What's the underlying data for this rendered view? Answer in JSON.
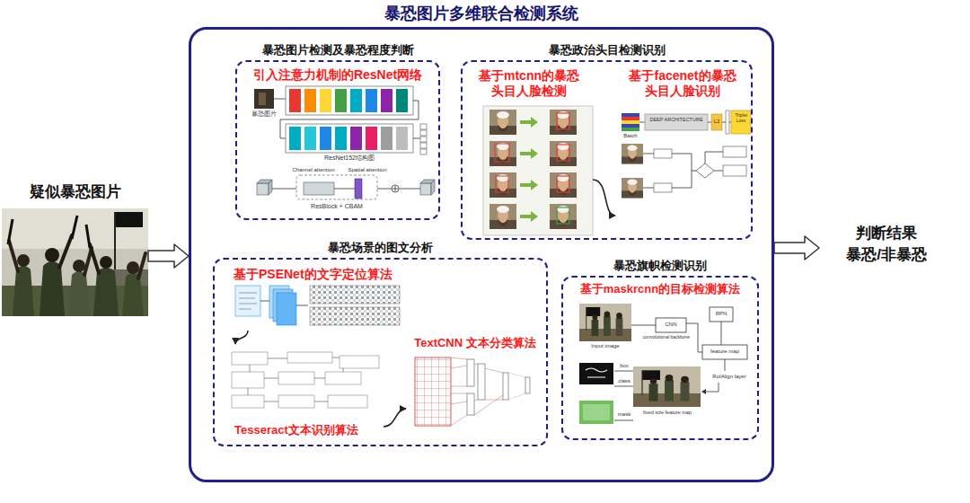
{
  "diagram": {
    "nodes": [
      {
        "text": [
          "疑似暴恐图片"
        ]
      },
      {
        "text": [
          "暴恐图片多维联合检测系统"
        ]
      },
      {
        "text": [
          "暴恐图片检测及暴恐程度判断",
          "引入注意力机制的ResNet网络"
        ],
        "in": 1
      },
      {
        "text": [
          "暴恐政治头目检测识别"
        ],
        "in": 1
      },
      {
        "text": [
          "基于mtcnn的暴恐头目人脸检测"
        ],
        "in": 3
      },
      {
        "text": [
          "基于facenet的暴恐头目人脸识别"
        ],
        "in": 3
      },
      {
        "text": [
          "暴恐场景的图文分析"
        ],
        "in": 1
      },
      {
        "text": [
          "基于PSENet的文字定位算法"
        ],
        "in": 6
      },
      {
        "text": [
          "TextCNN 文本分类算法"
        ],
        "in": 6
      },
      {
        "text": [
          "Tesseract文本识别算法"
        ],
        "in": 6
      },
      {
        "text": [
          "暴恐旗帜检测识别",
          "基于maskrcnn的目标检测算法"
        ],
        "in": 1
      },
      {
        "text": [
          "判断结果",
          "暴恐/非暴恐"
        ]
      }
    ],
    "edges": [
      {
        "from": 0,
        "to": 1,
        "arrow": "to"
      },
      {
        "from": 1,
        "to": 11,
        "arrow": "to"
      },
      {
        "from": 4,
        "to": 5,
        "arrow": "to"
      },
      {
        "from": 7,
        "to": 9,
        "arrow": "to"
      },
      {
        "from": 9,
        "to": 8,
        "arrow": "to"
      }
    ],
    "labels": [
      "ResNet152结构图",
      "ResBlock + CBAM",
      "Channel attention",
      "Spatial attention",
      "Batch",
      "DEEP ARCHITECTURE",
      "L2",
      "Triplet Loss",
      "Input image",
      "CNN",
      "convolutional backbone",
      "RPN",
      "feature map",
      "RoIAlign layer",
      "box",
      "class",
      "mask",
      "fixed size feature map",
      "暴恐图片"
    ]
  }
}
